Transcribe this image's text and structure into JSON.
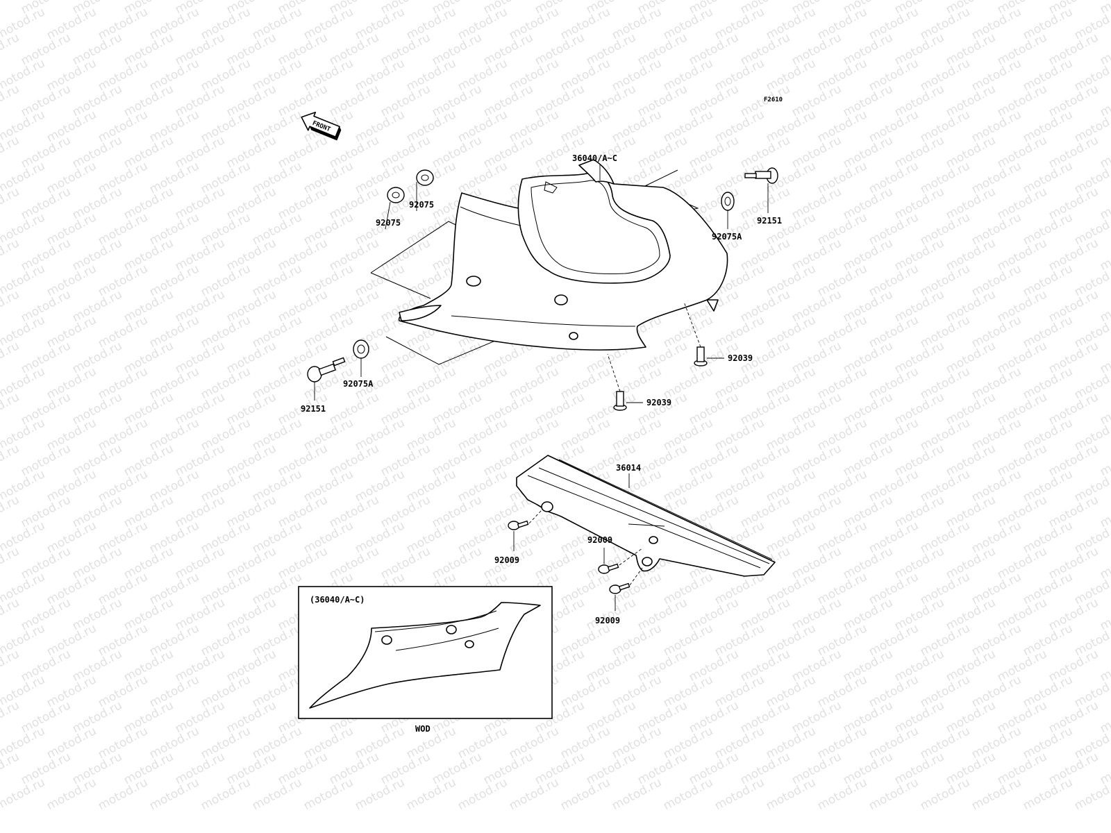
{
  "figure_code": "F2610",
  "front_arrow_label": "FRONT",
  "watermark": "motod.ru",
  "labels": {
    "cover_upper": "36040/A~C",
    "grommet_left_upper": "92075",
    "grommet_left_lower": "92075",
    "grommet_right": "92075A",
    "grommet_left_bottom": "92075A",
    "bolt_right": "92151",
    "bolt_left": "92151",
    "screw_right": "92039",
    "screw_center": "92039",
    "chain_cover": "36014",
    "bolt_chain_left": "92009",
    "bolt_chain_mid": "92009",
    "bolt_chain_bottom": "92009"
  },
  "inset": {
    "title": "(36040/A~C)",
    "caption": "WOD"
  }
}
